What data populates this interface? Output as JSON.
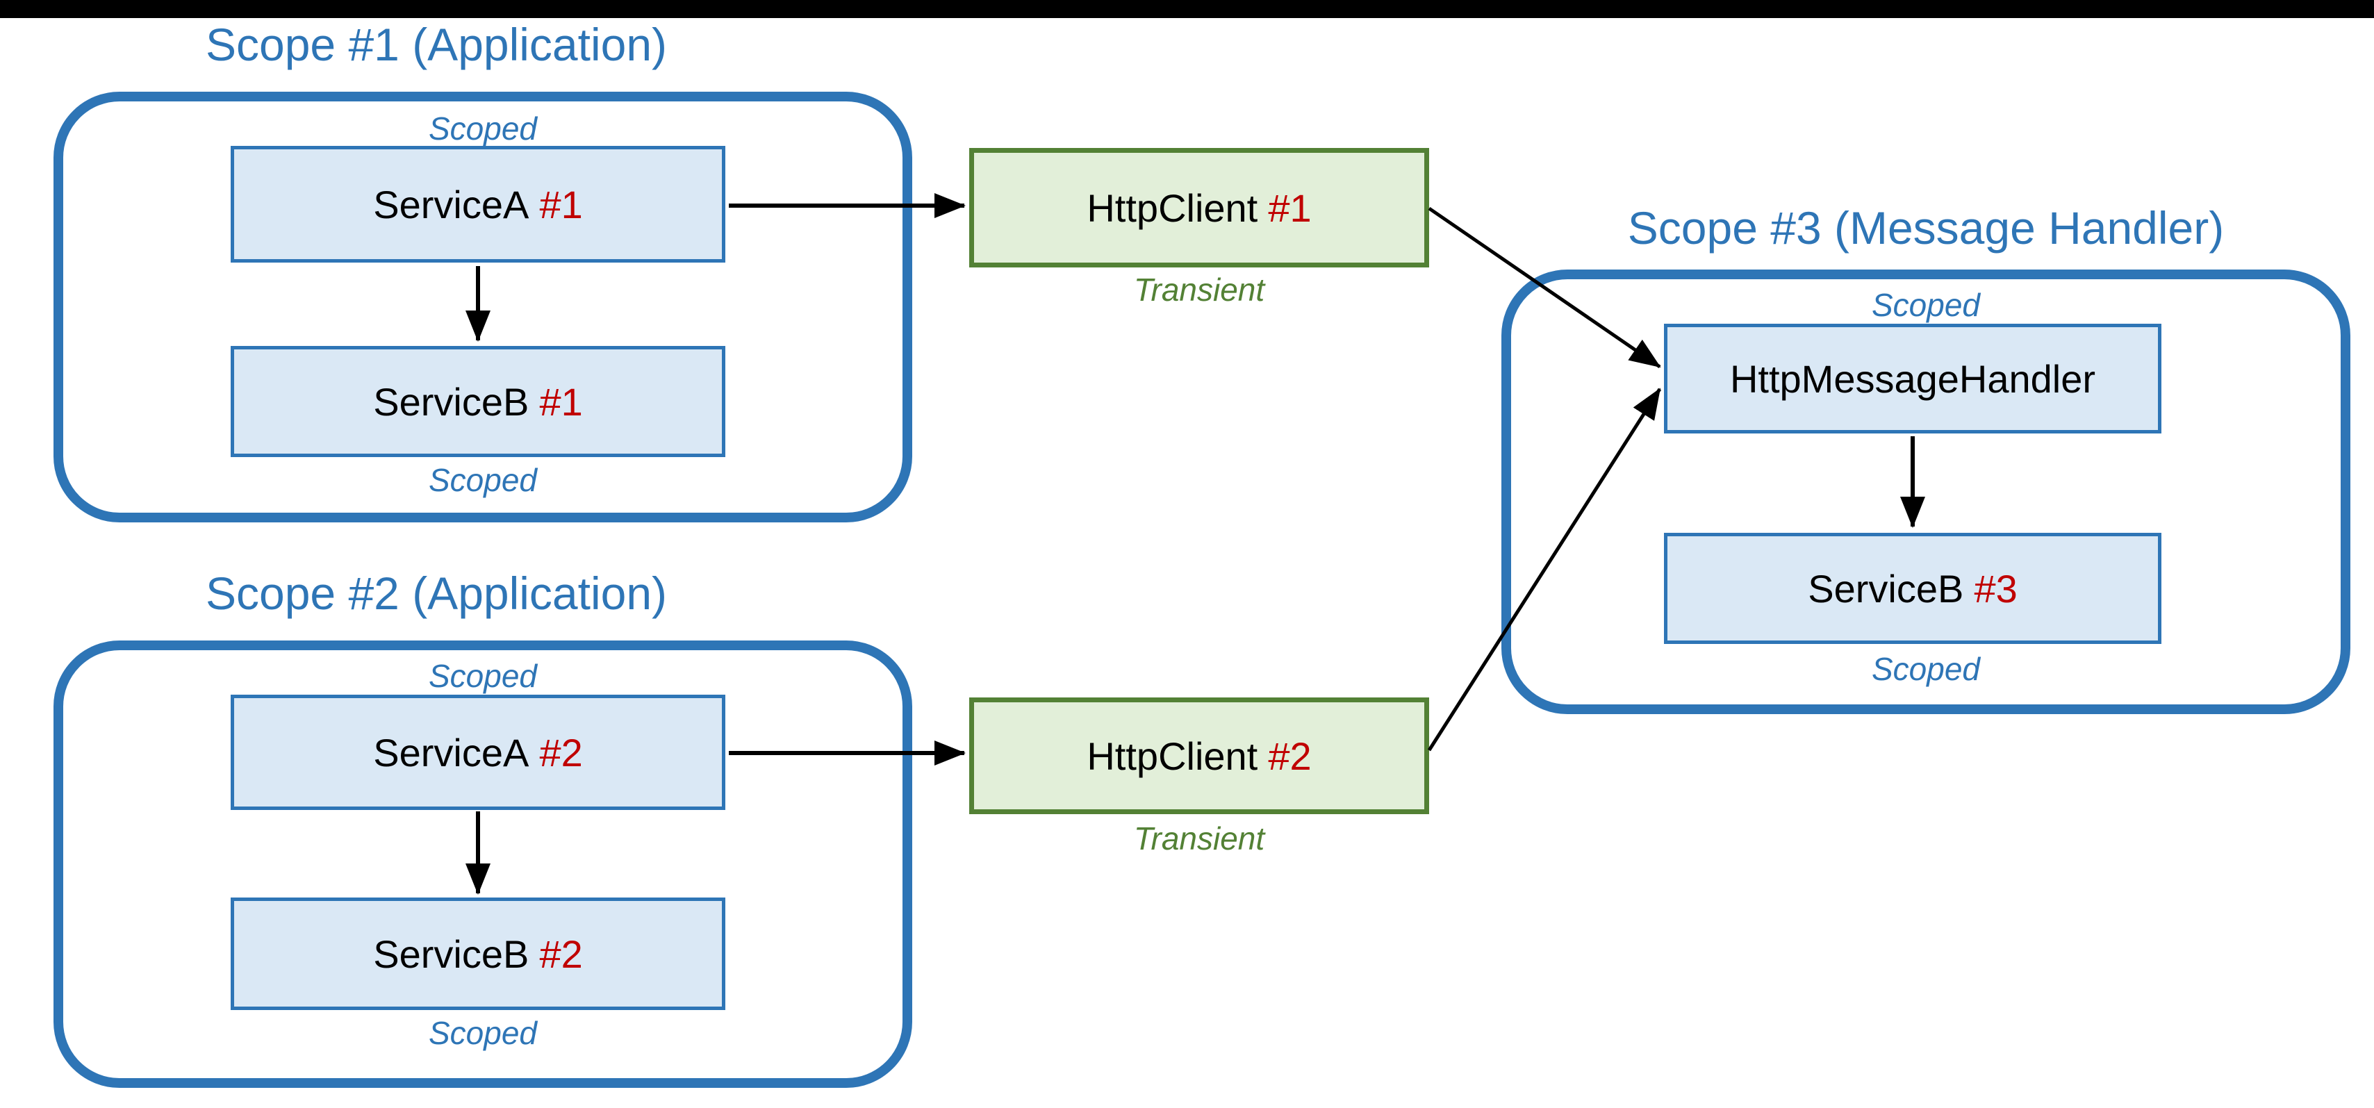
{
  "diagram": {
    "colors": {
      "blue": "#2E75B6",
      "box_fill_blue": "#DAE8F5",
      "green": "#538135",
      "box_fill_green": "#E2EFD9",
      "red": "#C00000",
      "bar": "#000000"
    },
    "scopes": [
      {
        "title": "Scope #1 (Application)",
        "scoped_top": "Scoped",
        "scoped_bottom": "Scoped",
        "nodes": [
          {
            "label": "ServiceA",
            "instance": "#1"
          },
          {
            "label": "ServiceB",
            "instance": "#1"
          }
        ]
      },
      {
        "title": "Scope #2 (Application)",
        "scoped_top": "Scoped",
        "scoped_bottom": "Scoped",
        "nodes": [
          {
            "label": "ServiceA",
            "instance": "#2"
          },
          {
            "label": "ServiceB",
            "instance": "#2"
          }
        ]
      },
      {
        "title": "Scope #3 (Message Handler)",
        "scoped_top": "Scoped",
        "scoped_bottom": "Scoped",
        "nodes": [
          {
            "label": "HttpMessageHandler",
            "instance": ""
          },
          {
            "label": "ServiceB",
            "instance": "#3"
          }
        ]
      }
    ],
    "clients": [
      {
        "label": "HttpClient",
        "instance": "#1",
        "lifetime": "Transient"
      },
      {
        "label": "HttpClient",
        "instance": "#2",
        "lifetime": "Transient"
      }
    ]
  }
}
